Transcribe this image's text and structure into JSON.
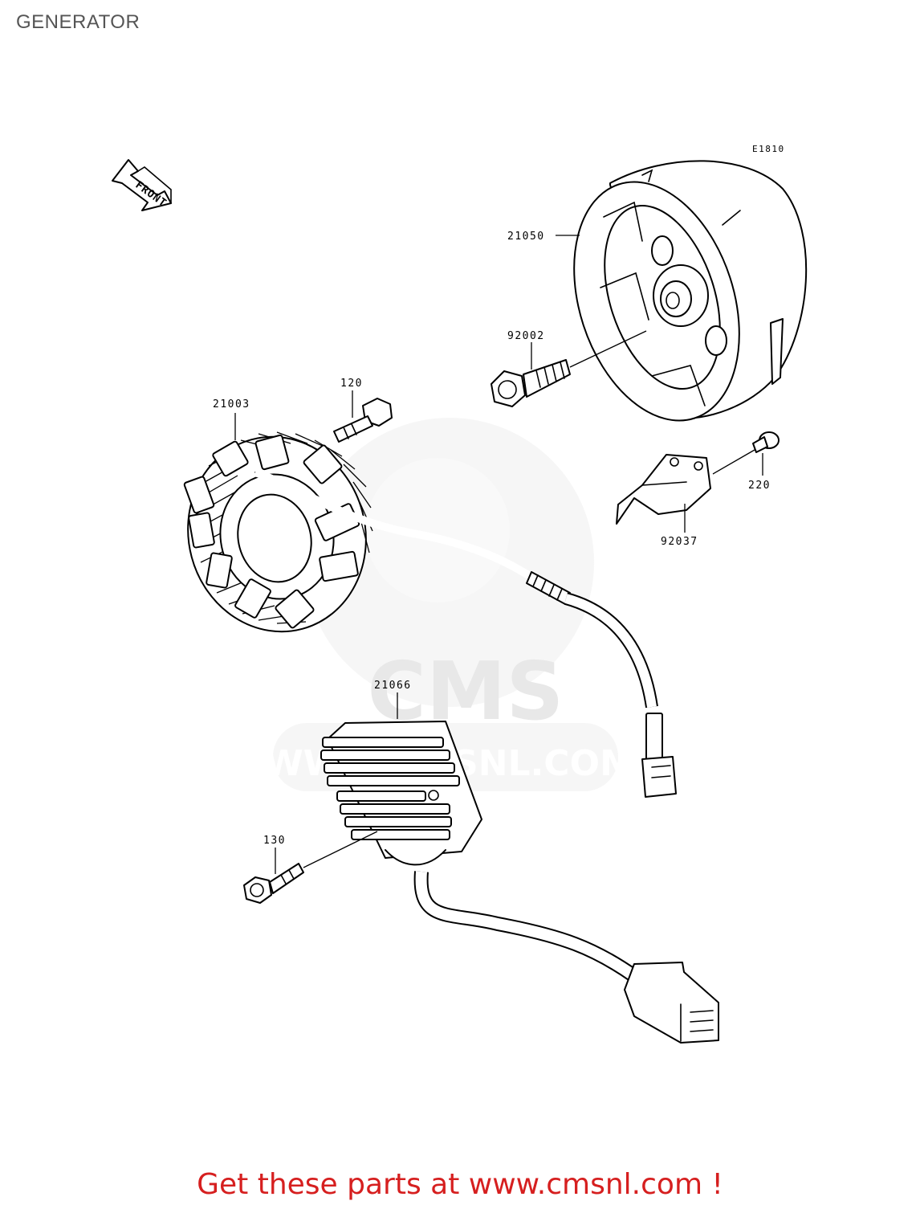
{
  "page": {
    "title": "GENERATOR"
  },
  "diagram": {
    "code": "E1810",
    "front_label": "FRONT",
    "parts": [
      {
        "number": "21050",
        "name": "flywheel-rotor"
      },
      {
        "number": "92002",
        "name": "flywheel-bolt"
      },
      {
        "number": "120",
        "name": "stator-bolt"
      },
      {
        "number": "21003",
        "name": "stator"
      },
      {
        "number": "220",
        "name": "clamp-screw"
      },
      {
        "number": "92037",
        "name": "wire-clamp"
      },
      {
        "number": "21066",
        "name": "regulator-rectifier"
      },
      {
        "number": "130",
        "name": "regulator-bolt"
      }
    ],
    "watermark": {
      "brand": "CMS",
      "url": "WWW.CMSNL.COM"
    }
  },
  "footer": {
    "text": "Get these parts at www.cmsnl.com !",
    "color": "#d61f1f"
  }
}
